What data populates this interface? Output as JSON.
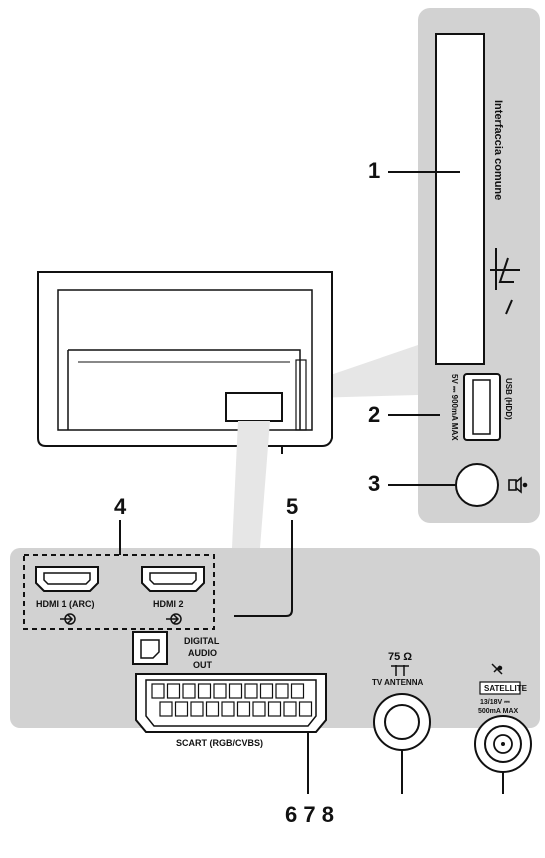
{
  "callouts": {
    "c1": "1",
    "c2": "2",
    "c3": "3",
    "c4": "4",
    "c5": "5",
    "c678": "6 7 8"
  },
  "side_panel": {
    "common_interface": "Interfaccia comune",
    "usb_rating": "5V ⎓ 900mA MAX",
    "usb_label": "USB (HDD)"
  },
  "bottom_panel": {
    "hdmi1": "HDMI 1 (ARC)",
    "hdmi2": "HDMI 2",
    "digital_audio_1": "DIGITAL",
    "digital_audio_2": "AUDIO",
    "digital_audio_3": "OUT",
    "scart": "SCART (RGB/CVBS)",
    "antenna_ohm": "75 Ω",
    "antenna": "TV ANTENNA",
    "satellite": "SATELLITE",
    "sat_rating_1": "13/18V ⎓",
    "sat_rating_2": "500mA MAX"
  },
  "colors": {
    "panel": "#d2d2d2",
    "stroke": "#111111",
    "leader": "#e6e6e6"
  }
}
